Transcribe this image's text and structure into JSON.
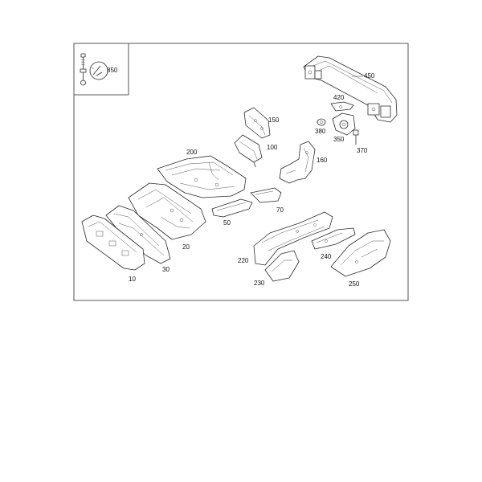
{
  "diagram": {
    "callouts": {
      "c850": "850",
      "c450": "450",
      "c420": "420",
      "c150": "150",
      "c380": "380",
      "c350": "350",
      "c370": "370",
      "c200": "200",
      "c100": "100",
      "c160": "160",
      "c70": "70",
      "c50": "50",
      "c20": "20",
      "c220": "220",
      "c240": "240",
      "c230": "230",
      "c250": "250",
      "c10": "10",
      "c30": "30"
    }
  }
}
